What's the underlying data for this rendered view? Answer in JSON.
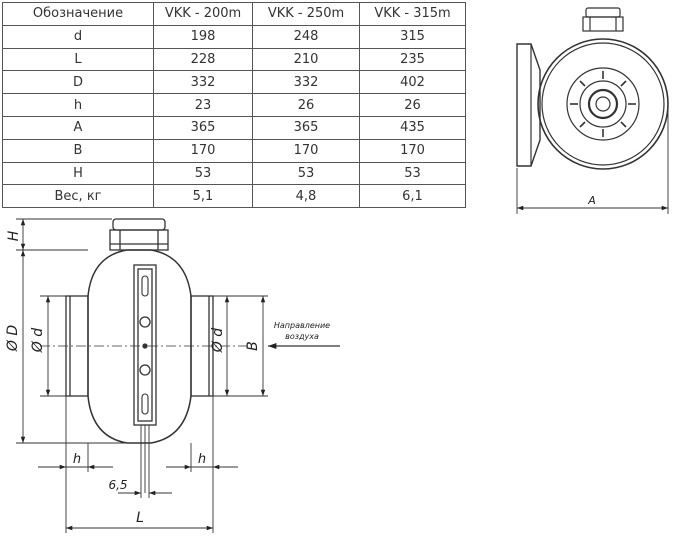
{
  "table": {
    "headers": [
      "Обозначение",
      "VKK - 200m",
      "VKK - 250m",
      "VKK - 315m"
    ],
    "rows": [
      [
        "d",
        "198",
        "248",
        "315"
      ],
      [
        "L",
        "228",
        "210",
        "235"
      ],
      [
        "D",
        "332",
        "332",
        "402"
      ],
      [
        "h",
        "23",
        "26",
        "26"
      ],
      [
        "A",
        "365",
        "365",
        "435"
      ],
      [
        "B",
        "170",
        "170",
        "170"
      ],
      [
        "H",
        "53",
        "53",
        "53"
      ],
      [
        "Вес, кг",
        "5,1",
        "4,8",
        "6,1"
      ]
    ]
  },
  "drawing": {
    "dim_H": "H",
    "dim_D": "Ø D",
    "dim_d_left": "Ø d",
    "dim_d_right": "Ø d",
    "dim_B": "B",
    "dim_h_left": "h",
    "dim_h_right": "h",
    "dim_gap": "6,5",
    "dim_L": "L",
    "dim_A": "A",
    "airflow_line1": "Направление",
    "airflow_line2": "воздуха"
  }
}
